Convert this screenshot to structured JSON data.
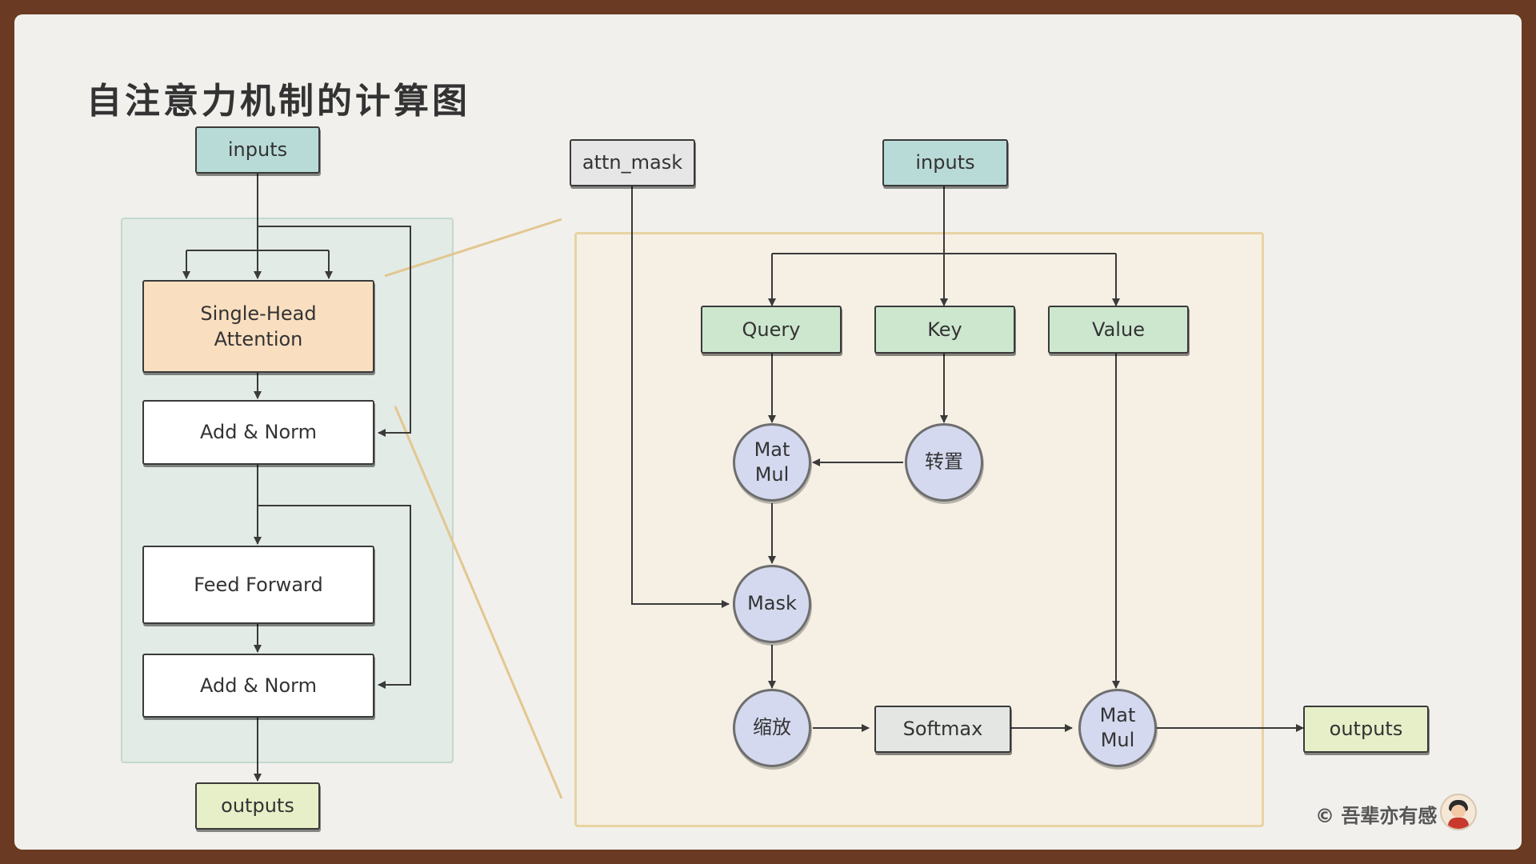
{
  "title": "自注意力机制的计算图",
  "encoder_block": {
    "inputs_label": "inputs",
    "attention_label": "Single-Head\nAttention",
    "add_norm_1_label": "Add & Norm",
    "feed_forward_label": "Feed Forward",
    "add_norm_2_label": "Add & Norm",
    "outputs_label": "outputs"
  },
  "attention_detail": {
    "attn_mask_label": "attn_mask",
    "inputs_label": "inputs",
    "query_label": "Query",
    "key_label": "Key",
    "value_label": "Value",
    "matmul_1_label": "Mat\nMul",
    "transpose_label": "转置",
    "mask_label": "Mask",
    "scale_label": "缩放",
    "softmax_label": "Softmax",
    "matmul_2_label": "Mat\nMul",
    "outputs_label": "outputs"
  },
  "copyright": "© 吾辈亦有感",
  "colors": {
    "inputs": "#b9dbd7",
    "outputs": "#e6efc8",
    "qkv": "#cde7cf",
    "attention": "#f9dfc0",
    "op_circle": "#d4d9ef",
    "block_panel": "#e3ebe6",
    "detail_panel": "#f5efe4",
    "zoom_line": "#e2c790"
  }
}
